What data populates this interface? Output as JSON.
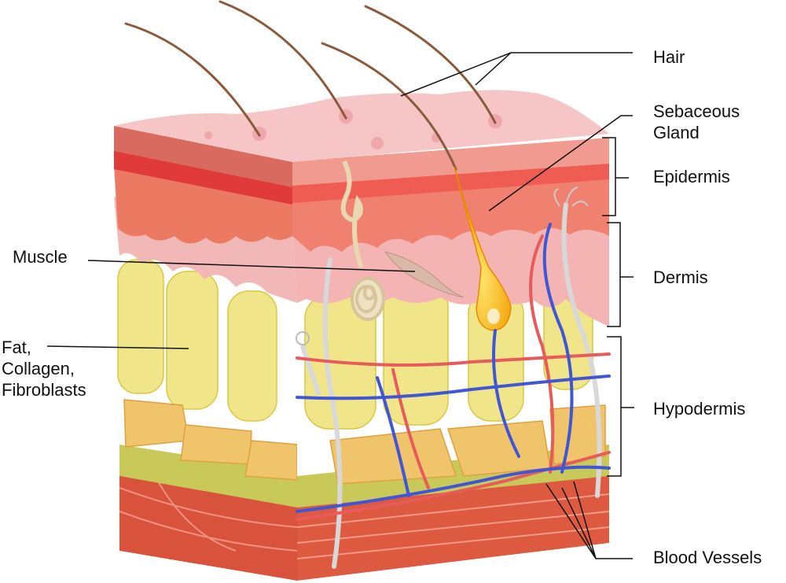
{
  "labels": {
    "hair": "Hair",
    "sebaceous_gland": [
      "Sebaceous",
      "Gland"
    ],
    "epidermis": "Epidermis",
    "dermis": "Dermis",
    "hypodermis": "Hypodermis",
    "blood_vessels": "Blood Vessels",
    "muscle": "Muscle",
    "fat_collagen_fibroblasts": [
      "Fat,",
      "Collagen,",
      "Fibroblasts"
    ]
  },
  "colors": {
    "epidermis_top": "#f4b3b3",
    "epidermis_band": "#e03a3a",
    "dermis": "#f0a59b",
    "fat": "#f1e58a",
    "fat_dark": "#f0c46a",
    "muscle_base": "#d9533c",
    "artery": "#e85b5b",
    "vein": "#3f56d6",
    "nerve": "#d8d8d8",
    "hair": "#8a5a3c",
    "sebaceous": "#f6b300"
  }
}
